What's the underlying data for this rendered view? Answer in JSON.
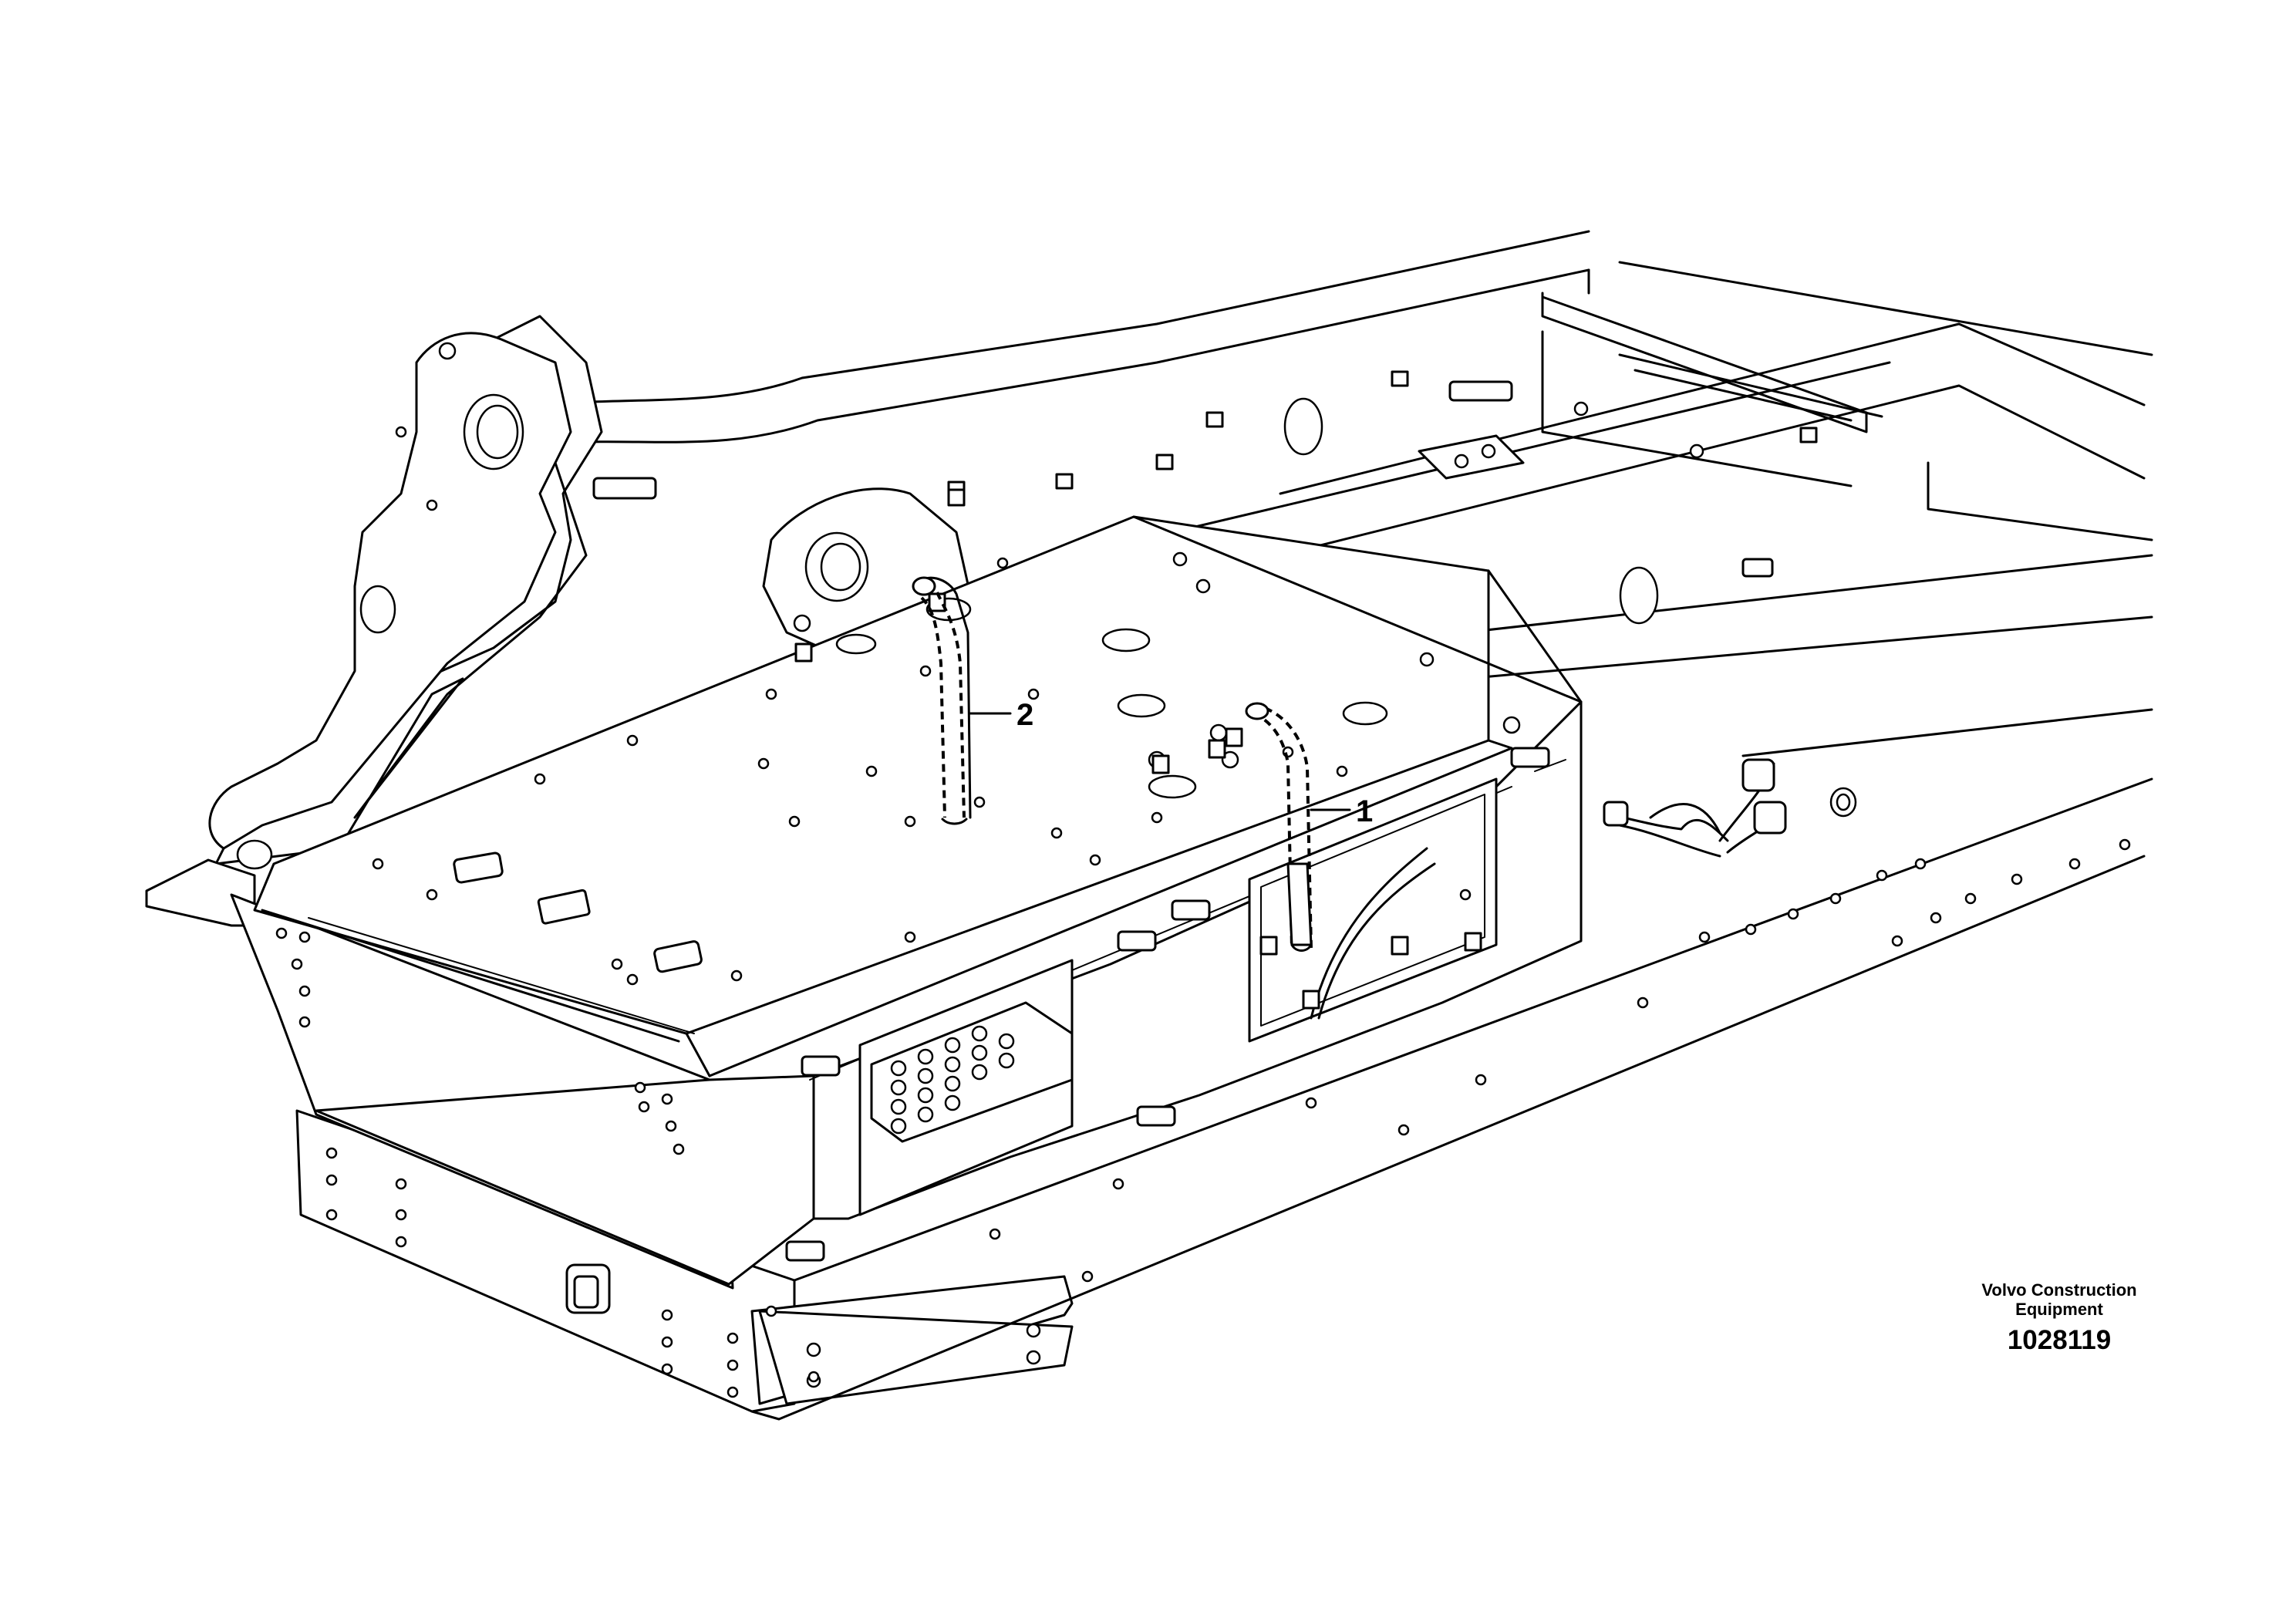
{
  "callouts": [
    {
      "label": "1"
    },
    {
      "label": "2"
    }
  ],
  "footer": {
    "company": "Volvo Construction\nEquipment",
    "drawing_number": "1028119"
  }
}
